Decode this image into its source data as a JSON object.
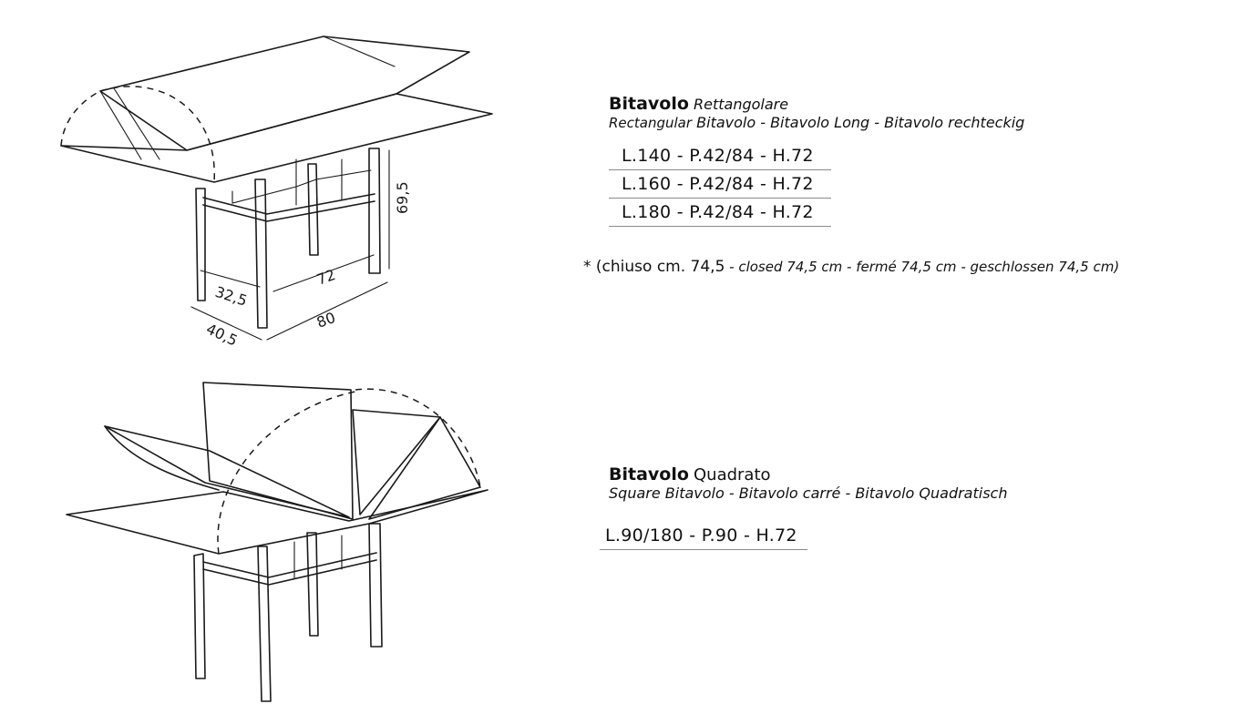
{
  "rectangular": {
    "name": "Bitavolo",
    "type_it": "Rettangolare",
    "label_en": "Rectangular",
    "variants": "Bitavolo - Bitavolo Long - Bitavolo rechteckig",
    "sizes": [
      "L.140 - P.42/84 - H.72",
      "L.160 - P.42/84 - H.72",
      "L.180 - P.42/84 - H.72"
    ],
    "note_prefix": "* (chiuso cm. 74,5",
    "note_rest": " - closed 74,5 cm - fermé 74,5 cm - geschlossen 74,5 cm)",
    "dimensions": {
      "height": "69,5",
      "inner_depth": "32,5",
      "inner_width": "72",
      "depth": "40,5",
      "width": "80"
    }
  },
  "square": {
    "name": "Bitavolo",
    "type_it": "Quadrato",
    "variants": "Square Bitavolo - Bitavolo carré - Bitavolo Quadratisch",
    "sizes": [
      "L.90/180 - P.90 - H.72"
    ]
  }
}
